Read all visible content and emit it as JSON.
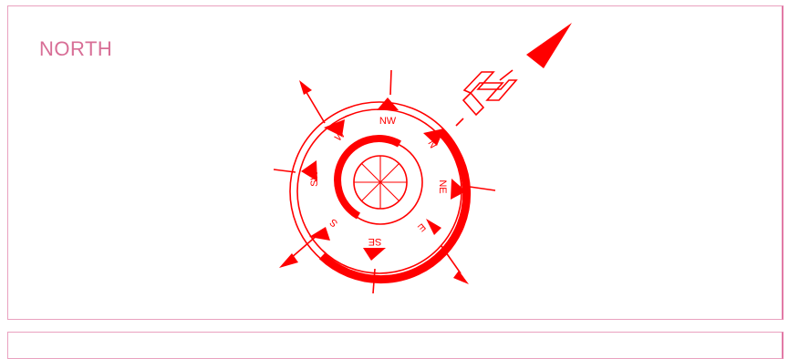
{
  "panel": {
    "title": "NORTH"
  },
  "compass": {
    "north_letter": "N",
    "directions": [
      "NW",
      "N",
      "NE",
      "E",
      "SE",
      "S",
      "SW",
      "W"
    ],
    "color": "#ff0000"
  }
}
